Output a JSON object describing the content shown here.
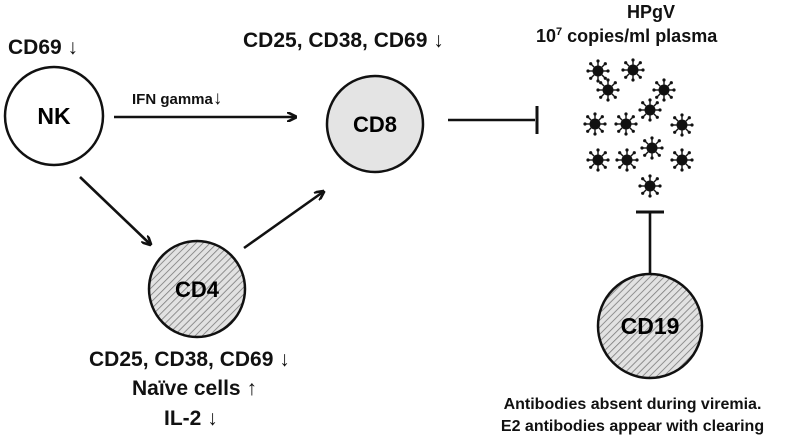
{
  "nodes": {
    "nk": "NK",
    "cd8": "CD8",
    "cd4": "CD4",
    "cd19": "CD19"
  },
  "labels": {
    "nk_marker": "CD69",
    "cd8_markers": "CD25, CD38, CD69",
    "ifn": "IFN gamma",
    "virus_title": "HPgV",
    "virus_load_prefix": "10",
    "virus_load_exp": "7",
    "virus_load_suffix": " copies/ml plasma",
    "cd4_markers": "CD25, CD38, CD69",
    "naive": "Naïve cells",
    "il2": "IL-2",
    "antibodies_line1": "Antibodies absent during viremia.",
    "antibodies_line2": "E2 antibodies appear with clearing"
  },
  "indicators": {
    "nk_marker": "down",
    "cd8_markers": "down",
    "ifn": "down",
    "cd4_markers": "down",
    "naive": "up",
    "il2": "down"
  }
}
